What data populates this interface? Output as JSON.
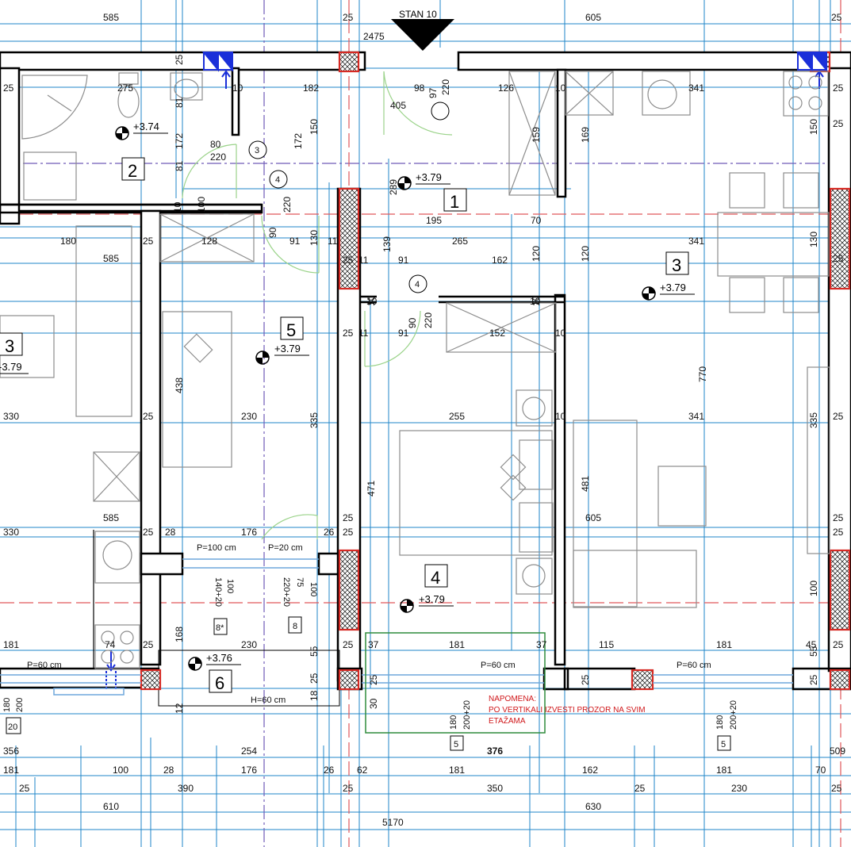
{
  "title": "STAN 10",
  "note": [
    "NAPOMENA:",
    "PO VERTIKALI IZVESTI PROZOR NA SVIM",
    "ETAŽAMA"
  ],
  "colors": {
    "dim_line": "#1f86c8",
    "wall": "#000000",
    "brick": "#d62a24",
    "axis_red": "#e0585a",
    "axis_purple": "#6f5bb8",
    "door": "#9bd38a",
    "balcony": "#2e8b3c",
    "window": "#6fa7dc",
    "vent": "#1a2fd9"
  },
  "rooms": [
    {
      "no": "1",
      "level": "+3.79"
    },
    {
      "no": "2",
      "level": "+3.74"
    },
    {
      "no": "3",
      "level": "+3.79"
    },
    {
      "no": "3",
      "level": "-3.79"
    },
    {
      "no": "4",
      "level": "+3.79"
    },
    {
      "no": "5",
      "level": "+3.79"
    },
    {
      "no": "6",
      "level": "+3.76"
    }
  ],
  "circles": [
    "3",
    "4",
    "4"
  ],
  "tags": [
    "8*",
    "8",
    "20",
    "5",
    "5"
  ],
  "windows": {
    "p100": "P=100 cm",
    "p20": "P=20 cm",
    "p60": "P=60 cm",
    "h60": "H=60 cm",
    "w1a": "140+20",
    "w1b": "100",
    "w2a": "220+20",
    "w2b": "75",
    "w2c": "100",
    "w3a": "180",
    "w3b": "200",
    "w4a": "180",
    "w4b": "200+20",
    "w5a": "180",
    "w5b": "200+20"
  },
  "dims_top": [
    "585",
    "25",
    "605",
    "2475"
  ],
  "dims_bottom": {
    "row1": [
      "356",
      "254",
      "376",
      "509"
    ],
    "row2": [
      "181",
      "100",
      "28",
      "176",
      "26",
      "62",
      "181",
      "162",
      "181",
      "70"
    ],
    "row3": [
      "25",
      "390",
      "25",
      "350",
      "25",
      "230",
      "25"
    ],
    "row4": [
      "610",
      "630"
    ],
    "row5": [
      "5170"
    ]
  },
  "dims_misc": [
    {
      "t": "25"
    },
    {
      "t": "25"
    },
    {
      "t": "25"
    },
    {
      "t": "25"
    },
    {
      "t": "25"
    },
    {
      "t": "25"
    },
    {
      "t": "275"
    },
    {
      "t": "10"
    },
    {
      "t": "182"
    },
    {
      "t": "98"
    },
    {
      "t": "405"
    },
    {
      "t": "126"
    },
    {
      "t": "10"
    },
    {
      "t": "341"
    },
    {
      "t": "25"
    },
    {
      "t": "80"
    },
    {
      "t": "220"
    },
    {
      "t": "195"
    },
    {
      "t": "70"
    },
    {
      "t": "180"
    },
    {
      "t": "25"
    },
    {
      "t": "128"
    },
    {
      "t": "91"
    },
    {
      "t": "11"
    },
    {
      "t": "265"
    },
    {
      "t": "341"
    },
    {
      "t": "585"
    },
    {
      "t": "25"
    },
    {
      "t": "11"
    },
    {
      "t": "91"
    },
    {
      "t": "162"
    },
    {
      "t": "10"
    },
    {
      "t": "10"
    },
    {
      "t": "25"
    },
    {
      "t": "11"
    },
    {
      "t": "91"
    },
    {
      "t": "152"
    },
    {
      "t": "10"
    },
    {
      "t": "330"
    },
    {
      "t": "25"
    },
    {
      "t": "230"
    },
    {
      "t": "255"
    },
    {
      "t": "10"
    },
    {
      "t": "341"
    },
    {
      "t": "25"
    },
    {
      "t": "585"
    },
    {
      "t": "605"
    },
    {
      "t": "330"
    },
    {
      "t": "25"
    },
    {
      "t": "28"
    },
    {
      "t": "176"
    },
    {
      "t": "26"
    },
    {
      "t": "25"
    },
    {
      "t": "25"
    },
    {
      "t": "181"
    },
    {
      "t": "74"
    },
    {
      "t": "25"
    },
    {
      "t": "230"
    },
    {
      "t": "25"
    },
    {
      "t": "37"
    },
    {
      "t": "181"
    },
    {
      "t": "37"
    },
    {
      "t": "115"
    },
    {
      "t": "181"
    },
    {
      "t": "45"
    },
    {
      "t": "25"
    },
    {
      "t": "55"
    },
    {
      "t": "25"
    },
    {
      "t": "25"
    },
    {
      "t": "25"
    },
    {
      "t": "25"
    }
  ],
  "dims_vertical": [
    {
      "t": "25"
    },
    {
      "t": "81"
    },
    {
      "t": "172"
    },
    {
      "t": "81"
    },
    {
      "t": "100"
    },
    {
      "t": "10"
    },
    {
      "t": "172"
    },
    {
      "t": "150"
    },
    {
      "t": "97"
    },
    {
      "t": "220"
    },
    {
      "t": "159"
    },
    {
      "t": "169"
    },
    {
      "t": "150"
    },
    {
      "t": "289"
    },
    {
      "t": "90"
    },
    {
      "t": "220"
    },
    {
      "t": "130"
    },
    {
      "t": "139"
    },
    {
      "t": "120"
    },
    {
      "t": "120"
    },
    {
      "t": "130"
    },
    {
      "t": "10"
    },
    {
      "t": "90"
    },
    {
      "t": "220"
    },
    {
      "t": "10"
    },
    {
      "t": "438"
    },
    {
      "t": "335"
    },
    {
      "t": "770"
    },
    {
      "t": "335"
    },
    {
      "t": "471"
    },
    {
      "t": "481"
    },
    {
      "t": "168"
    },
    {
      "t": "55"
    },
    {
      "t": "25"
    },
    {
      "t": "18"
    },
    {
      "t": "12"
    },
    {
      "t": "30"
    },
    {
      "t": "25"
    },
    {
      "t": "100"
    },
    {
      "t": "55"
    },
    {
      "t": "25"
    },
    {
      "t": "25"
    }
  ]
}
